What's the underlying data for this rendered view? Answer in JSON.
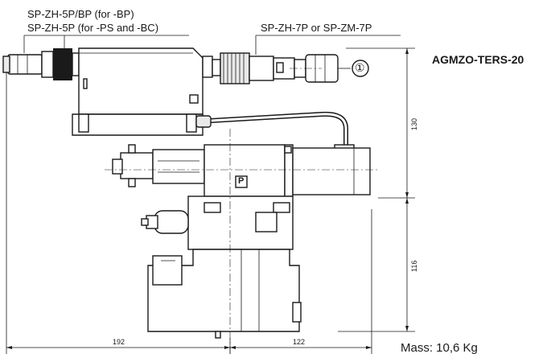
{
  "callouts": {
    "connector_5p_bp": "SP-ZH-5P/BP (for -BP)",
    "connector_5p": "SP-ZH-5P (for -PS and -BC)",
    "connector_7p": "SP-ZH-7P or SP-ZM-7P",
    "item_marker": "①",
    "port_label": "P"
  },
  "model": "AGMZO-TERS-20",
  "mass": "Mass: 10,6 Kg",
  "dimensions": {
    "left_width": "192",
    "right_width": "122",
    "upper_height": "130",
    "lower_height": "116"
  }
}
